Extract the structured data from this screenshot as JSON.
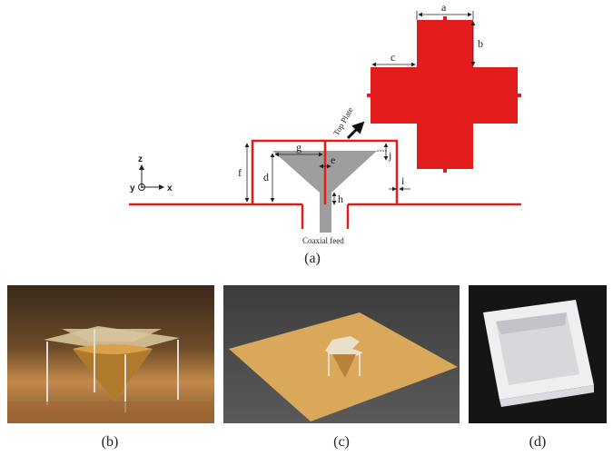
{
  "figure": {
    "dimension_labels": {
      "a": "a",
      "b": "b",
      "c": "c",
      "d": "d",
      "f": "f",
      "g": "g",
      "h": "h",
      "i": "i",
      "j": "j",
      "e": "e"
    },
    "top_plate_label": "Top Plate",
    "feed_label": "Coaxial feed",
    "axes": {
      "z": "z",
      "y": "y",
      "x": "x"
    },
    "captions": {
      "a": "(a)",
      "b": "(b)",
      "c": "(c)",
      "d": "(d)"
    },
    "colors": {
      "antenna_red": "#e21b1b",
      "cone_gray": "#9e9e9e",
      "dim_line": "#222222"
    }
  }
}
